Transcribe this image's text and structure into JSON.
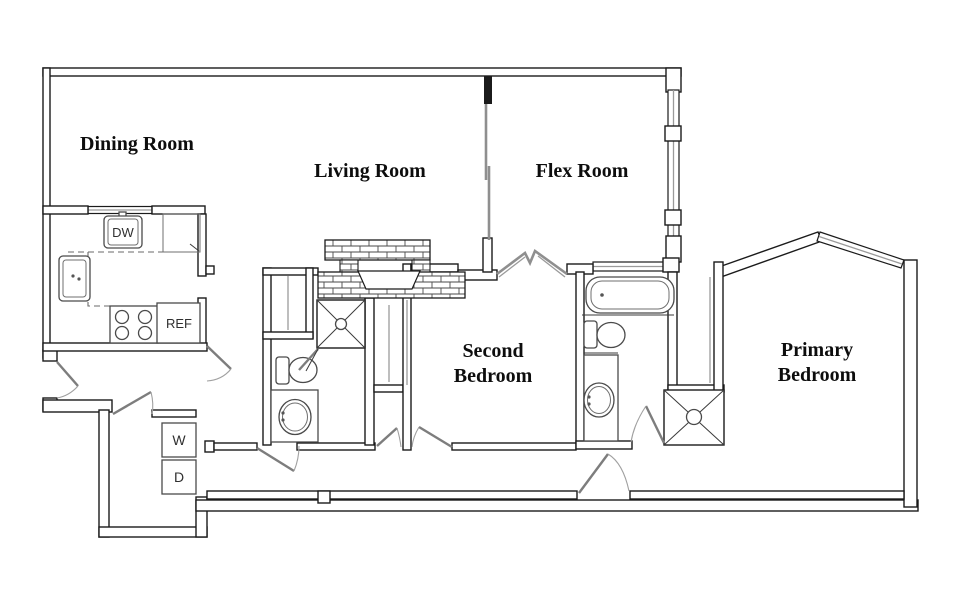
{
  "plan": {
    "type": "apartment-floor-plan",
    "background": "#ffffff",
    "wall_color": "#1b1b1b",
    "accent_gray": "#8f8f8f"
  },
  "rooms": [
    {
      "id": "dining",
      "label": "Dining Room"
    },
    {
      "id": "living",
      "label": "Living Room"
    },
    {
      "id": "flex",
      "label": "Flex Room"
    },
    {
      "id": "second_bedroom",
      "label_line1": "Second",
      "label_line2": "Bedroom"
    },
    {
      "id": "primary_bedroom",
      "label_line1": "Primary",
      "label_line2": "Bedroom"
    }
  ],
  "appliances": {
    "dishwasher": "DW",
    "refrigerator": "REF",
    "washer": "W",
    "dryer": "D"
  },
  "fixtures": [
    "kitchen-sink",
    "range-stove",
    "hall-toilet",
    "hall-vanity-sink",
    "hall-shower",
    "primary-bathtub",
    "primary-toilet",
    "primary-vanity-sink",
    "primary-shower",
    "fireplace",
    "closet-rods",
    "entry-doors",
    "windows",
    "sliding-door"
  ]
}
